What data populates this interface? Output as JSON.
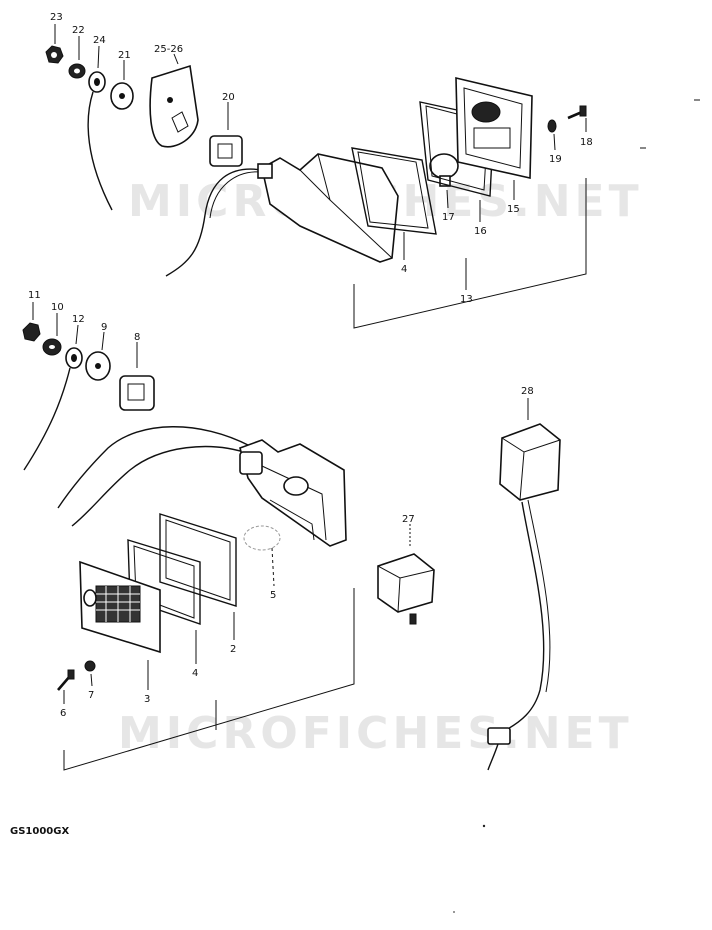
{
  "watermark": "MICROFICHES.NET",
  "model_code": "GS1000GX",
  "callouts": [
    {
      "id": "23",
      "text": "23"
    },
    {
      "id": "22",
      "text": "22"
    },
    {
      "id": "24",
      "text": "24"
    },
    {
      "id": "21",
      "text": "21"
    },
    {
      "id": "25-26",
      "text": "25-26"
    },
    {
      "id": "20",
      "text": "20"
    },
    {
      "id": "18",
      "text": "18"
    },
    {
      "id": "19",
      "text": "19"
    },
    {
      "id": "17",
      "text": "17"
    },
    {
      "id": "16",
      "text": "16"
    },
    {
      "id": "15",
      "text": "15"
    },
    {
      "id": "4a",
      "text": "4"
    },
    {
      "id": "13",
      "text": "13"
    },
    {
      "id": "11",
      "text": "11"
    },
    {
      "id": "10",
      "text": "10"
    },
    {
      "id": "12",
      "text": "12"
    },
    {
      "id": "9",
      "text": "9"
    },
    {
      "id": "8",
      "text": "8"
    },
    {
      "id": "28",
      "text": "28"
    },
    {
      "id": "27",
      "text": "27"
    },
    {
      "id": "5",
      "text": "5"
    },
    {
      "id": "2",
      "text": "2"
    },
    {
      "id": "4b",
      "text": "4"
    },
    {
      "id": "3",
      "text": "3"
    },
    {
      "id": "7",
      "text": "7"
    },
    {
      "id": "6",
      "text": "6"
    }
  ]
}
